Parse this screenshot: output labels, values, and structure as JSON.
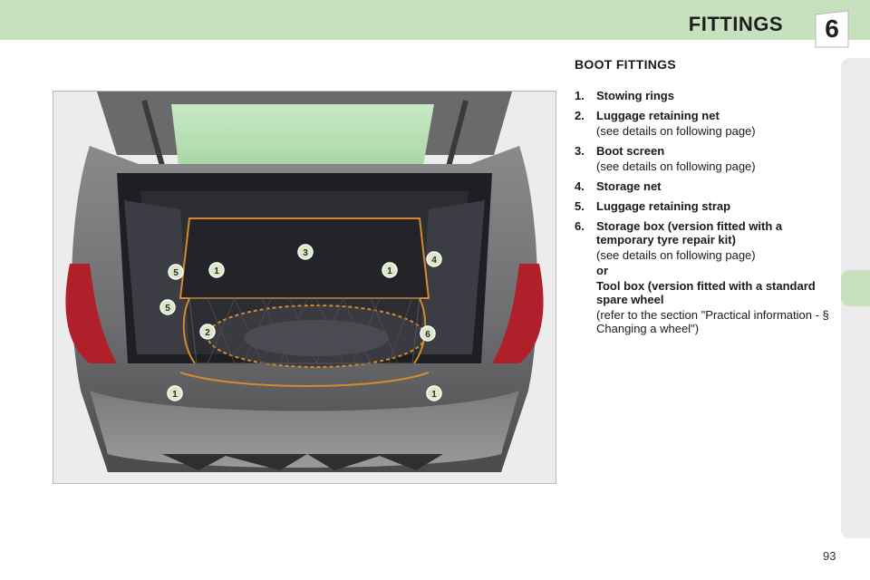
{
  "header": {
    "title": "FITTINGS",
    "chapter_number": "6"
  },
  "section": {
    "heading": "BOOT FITTINGS"
  },
  "items": [
    {
      "num": "1.",
      "title": "Stowing rings"
    },
    {
      "num": "2.",
      "title": "Luggage retaining net",
      "note": "(see details on following page)"
    },
    {
      "num": "3.",
      "title": "Boot screen",
      "note": "(see details on following page)"
    },
    {
      "num": "4.",
      "title": "Storage net"
    },
    {
      "num": "5.",
      "title": "Luggage retaining strap"
    },
    {
      "num": "6.",
      "title": "Storage box (version fitted with a temporary tyre repair kit)",
      "note": "(see details on following page)",
      "or": "or",
      "title2": "Tool box (version fitted with a standard spare wheel",
      "note2": "(refer to the section \"Practical information - § Changing a wheel\")"
    }
  ],
  "photo_callouts": [
    "1",
    "1",
    "1",
    "1",
    "2",
    "3",
    "4",
    "5",
    "5",
    "6"
  ],
  "colors": {
    "header_band": "#c7e0bd",
    "side_rail": "#ebebeb",
    "callout_fill": "#d9e8c6",
    "net_outline": "#d28a2e"
  },
  "page_number": "93"
}
